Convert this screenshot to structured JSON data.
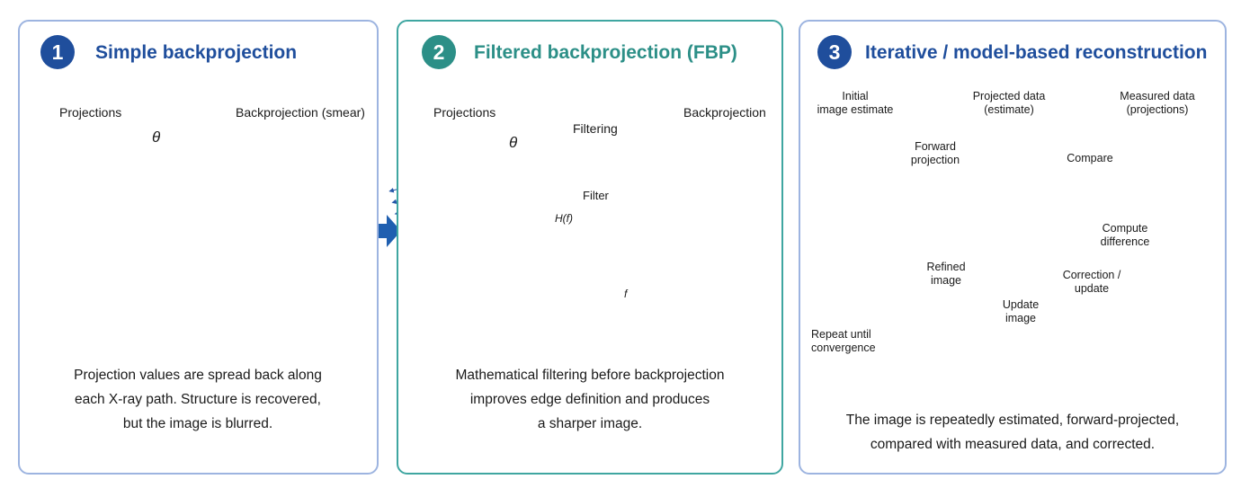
{
  "panels": [
    {
      "number": "1",
      "title": "Simple backprojection",
      "labels": {
        "projections": "Projections",
        "backprojection": "Backprojection (smear)",
        "theta": "θ"
      },
      "caption": [
        "Projection values are spread back along",
        "each X-ray path. Structure is recovered,",
        "but the image is blurred."
      ]
    },
    {
      "number": "2",
      "title": "Filtered backprojection (FBP)",
      "labels": {
        "projections": "Projections",
        "theta": "θ",
        "filtering": "Filtering",
        "filter": "Filter",
        "hf": "H(f)",
        "f": "f",
        "backprojection": "Backprojection"
      },
      "caption": [
        "Mathematical filtering before backprojection",
        "improves edge definition and produces",
        "a sharper image."
      ]
    },
    {
      "number": "3",
      "title": "Iterative / model-based reconstruction",
      "labels": {
        "initial": [
          "Initial",
          "image estimate"
        ],
        "projected": [
          "Projected data",
          "(estimate)"
        ],
        "measured": [
          "Measured data",
          "(projections)"
        ],
        "forward": [
          "Forward",
          "projection"
        ],
        "compare": "Compare",
        "compute": [
          "Compute",
          "difference"
        ],
        "correction": [
          "Correction /",
          "update"
        ],
        "update": [
          "Update",
          "image"
        ],
        "refined": [
          "Refined",
          "image"
        ],
        "repeat": [
          "Repeat until",
          "convergence"
        ]
      },
      "caption": [
        "The image is repeatedly estimated, forward-projected,",
        "compared with measured data, and corrected."
      ]
    }
  ],
  "colors": {
    "blue": "#1f4e9c",
    "teal": "#2c8f87",
    "arrow_blue": "#1f5fb0",
    "arrow_teal": "#2a9d95",
    "panel_border_blue": "#9db4e0",
    "panel_border_teal": "#3fa6a1"
  }
}
